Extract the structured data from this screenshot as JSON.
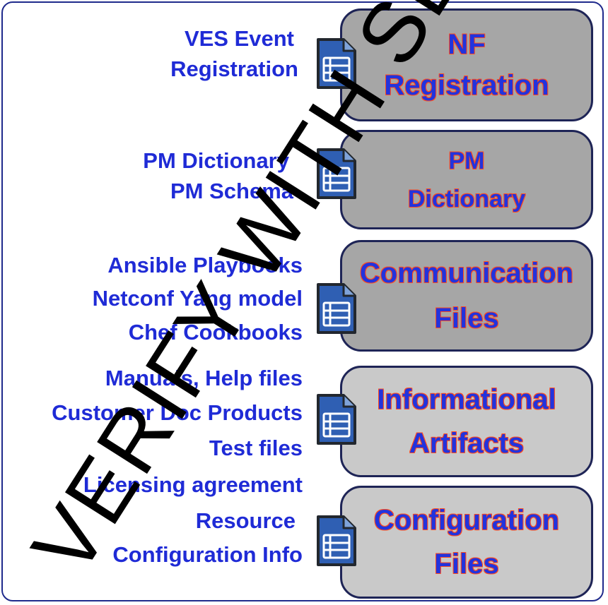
{
  "boxes": [
    {
      "line1": "NF",
      "line2": "Registration"
    },
    {
      "line1": "PM",
      "line2": "Dictionary"
    },
    {
      "line1": "Communication",
      "line2": "Files"
    },
    {
      "line1": "Informational",
      "line2": "Artifacts"
    },
    {
      "line1": "Configuration",
      "line2": "Files"
    }
  ],
  "labels": {
    "nf": [
      "VES Event",
      "Registration"
    ],
    "pm": [
      "PM Dictionary",
      "PM Schema"
    ],
    "comm": [
      "Ansible Playbooks",
      "Netconf Yang model",
      "Chef Cookbooks"
    ],
    "info": [
      "Manuals, Help files",
      "Customer Doc Products",
      "Test files",
      "Licensing agreement"
    ],
    "config": [
      "Resource",
      "Configuration Info"
    ]
  },
  "watermark": "VERIFY WITH SDC TEAM",
  "colors": {
    "label_text": "#1f2bd6",
    "box_text": "#2233dd",
    "box_text_outline": "#ff4d1f",
    "box_dark": "#a6a6a6",
    "box_light": "#c9c9c9",
    "frame_border": "#1f2a8c",
    "icon_fill": "#2f5fb3"
  },
  "icons": [
    "document-list-icon"
  ]
}
